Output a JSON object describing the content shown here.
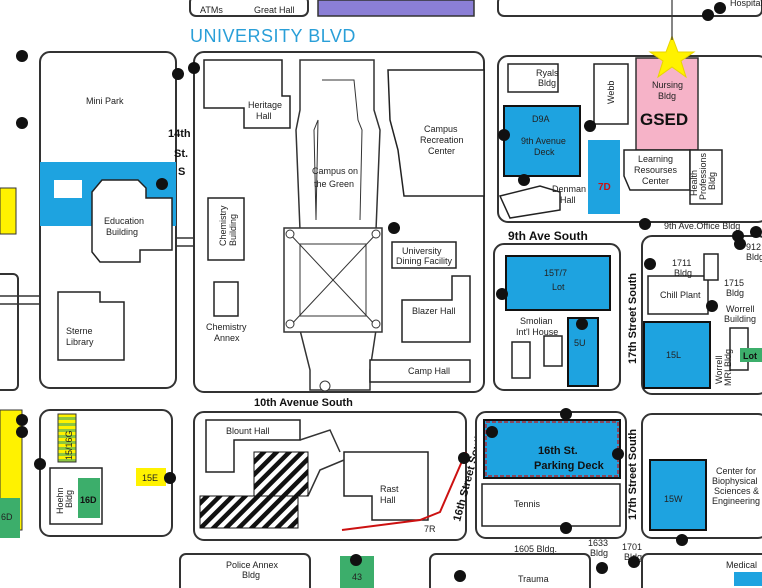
{
  "streets": {
    "university_blvd": "UNIVERSITY BLVD",
    "ninth_ave_south": "9th Ave South",
    "tenth_ave_south": "10th Avenue South",
    "fourteenth_st_a": "14th",
    "fourteenth_st_b": "St.",
    "fourteenth_st_c": "S",
    "sixteenth_st_s": "16th Street South",
    "seventeenth_st_s_upper": "17th Street South",
    "seventeenth_st_s_lower": "17th Street South"
  },
  "buildings": {
    "atms": "ATMs",
    "great_hall": "Great Hall",
    "hospital": "Hospital",
    "mini_park": "Mini Park",
    "heritage_hall": [
      "Heritage",
      "Hall"
    ],
    "campus_rec": [
      "Campus",
      "Recreation",
      "Center"
    ],
    "campus_green": [
      "Campus on",
      "the Green"
    ],
    "education_bldg": [
      "Education",
      "Building"
    ],
    "chemistry_bldg": [
      "Chemistry",
      "Building"
    ],
    "chemistry_annex": [
      "Chemistry",
      "Annex"
    ],
    "sterne_library": [
      "Sterne",
      "Library"
    ],
    "dining": [
      "University",
      "Dining Facility"
    ],
    "blazer_hall": "Blazer Hall",
    "camp_hall": "Camp Hall",
    "ryals": [
      "Ryals",
      "Bldg"
    ],
    "webb": "Webb",
    "nursing": [
      "Nursing",
      "Bldg"
    ],
    "gsed": "GSED",
    "denman": [
      "Denman",
      "Hall"
    ],
    "learning_res": [
      "Learning",
      "Resourses",
      "Center"
    ],
    "health_prof": [
      "Health",
      "Professions",
      "Bldg"
    ],
    "ninth_ave_office": "9th Ave.Office Bldg",
    "b1711": [
      "1711",
      "Bldg"
    ],
    "b1715": [
      "1715",
      "Bldg"
    ],
    "b912": [
      "912",
      "Bldg"
    ],
    "chill_plant": "Chill Plant",
    "worrell": [
      "Worrell",
      "Building"
    ],
    "worrell_mri": [
      "Worrell",
      "MRI Bldg"
    ],
    "smolian": [
      "Smolian",
      "Int'l House"
    ],
    "blount_hall": "Blount Hall",
    "rast_hall": [
      "Rast",
      "Hall"
    ],
    "tennis": "Tennis",
    "hoehn": [
      "Hoehn",
      "Bldg"
    ],
    "cbse": [
      "Center for",
      "Biophysical",
      "Sciences &",
      "Engineering"
    ],
    "police_annex": [
      "Police Annex",
      "Bldg"
    ],
    "b1605": "1605 Bldg.",
    "b1633": [
      "1633",
      "Bldg"
    ],
    "b1701": [
      "1701",
      "Bldg"
    ],
    "trauma": "Trauma",
    "medical": "Medical"
  },
  "lots": {
    "d9a": "D9A",
    "ninth_ave_deck": [
      "9th Avenue",
      "Deck"
    ],
    "l7d": "7D",
    "l15t7": [
      "15T/7",
      "Lot"
    ],
    "l5u": "5U",
    "l15l": "15L",
    "lot_edge": "Lot",
    "l15_16g": "15/16G",
    "l15e": "15E",
    "l16d": "16D",
    "l6d": "6D",
    "l15w": "15W",
    "sixteenth_deck": [
      "16th St.",
      "Parking Deck"
    ],
    "l43": "43",
    "l7r": "7R"
  },
  "colors": {
    "lot_blue": "#1ea3e0",
    "nursing_pink": "#f6b3c8",
    "star_yellow": "#fff200",
    "yellow_lot": "#fff200",
    "green_lot": "#3cae6b",
    "purple_bldg": "#8b7fd6",
    "street_label_blue": "#2a9fd8",
    "lot_label_red": "#cc1111"
  }
}
